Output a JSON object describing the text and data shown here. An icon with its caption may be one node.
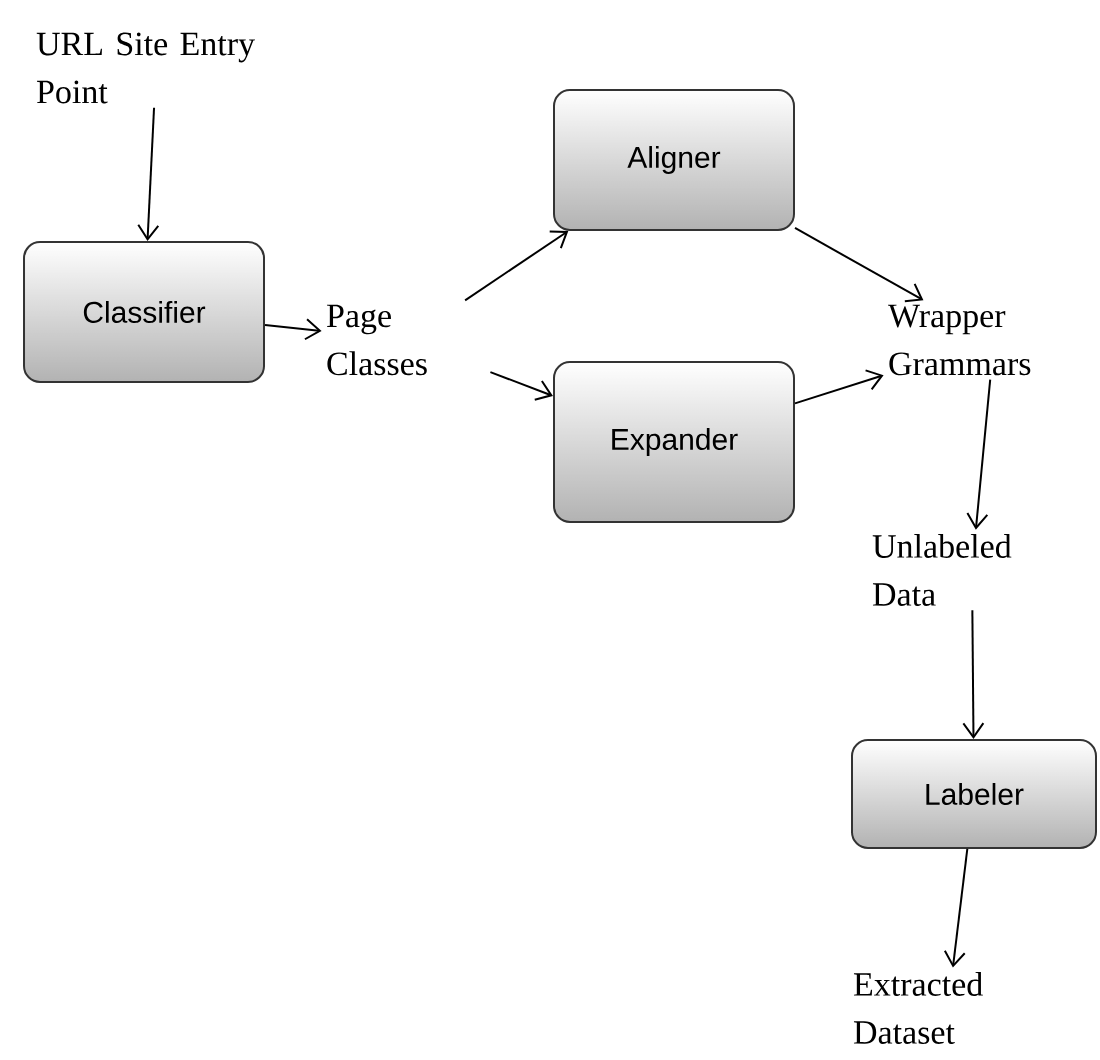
{
  "diagram": {
    "nodes": [
      {
        "text": [
          "URL Site Entry Point"
        ]
      },
      {
        "text": [
          "Classifier"
        ]
      },
      {
        "text": [
          "Page Classes"
        ]
      },
      {
        "text": [
          "Aligner"
        ]
      },
      {
        "text": [
          "Expander"
        ]
      },
      {
        "text": [
          "Wrapper Grammars"
        ]
      },
      {
        "text": [
          "Unlabeled Data"
        ]
      },
      {
        "text": [
          "Labeler"
        ]
      },
      {
        "text": [
          "Extracted Dataset"
        ]
      }
    ],
    "edges": [
      {
        "from": 0,
        "to": 1,
        "arrow": "to"
      },
      {
        "from": 1,
        "to": 2,
        "arrow": "to"
      },
      {
        "from": 2,
        "to": 3,
        "arrow": "to"
      },
      {
        "from": 2,
        "to": 4,
        "arrow": "to"
      },
      {
        "from": 3,
        "to": 5,
        "arrow": "to"
      },
      {
        "from": 4,
        "to": 5,
        "arrow": "to"
      },
      {
        "from": 5,
        "to": 6,
        "arrow": "to"
      },
      {
        "from": 6,
        "to": 7,
        "arrow": "to"
      },
      {
        "from": 7,
        "to": 8,
        "arrow": "to"
      }
    ]
  }
}
